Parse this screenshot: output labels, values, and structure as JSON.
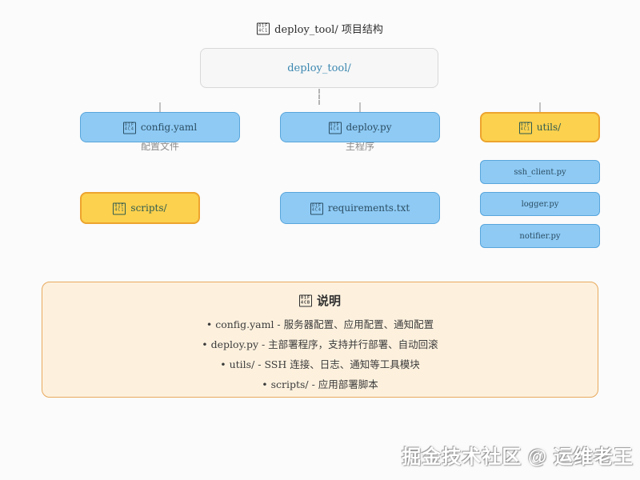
{
  "title": {
    "icon": [
      "01F",
      "4C1"
    ],
    "icon_name": "folder-emoji-tofu",
    "text": "deploy_tool/ 项目结构"
  },
  "colors": {
    "background": "#fbfbfb",
    "blue_node_fill": "#8ecaf4",
    "blue_node_border": "#58a5db",
    "yellow_node_fill": "#fcd14d",
    "yellow_node_border": "#eca42e",
    "root_fill": "#f7f7f7",
    "root_border": "#d8d8d8",
    "root_text": "#3b87b0",
    "notes_fill": "#fdf1de",
    "notes_border": "#e8a95c",
    "caption_text": "#8c8c8c"
  },
  "tree": {
    "root_label": "deploy_tool/",
    "nodes": [
      {
        "icon": [
          "01F",
          "4C4"
        ],
        "label": "config.yaml",
        "caption": "配置文件"
      },
      {
        "icon": [
          "01F",
          "4C4"
        ],
        "label": "deploy.py",
        "caption": "主程序"
      },
      {
        "icon": [
          "01F",
          "4C1"
        ],
        "label": "utils/"
      },
      {
        "label": "ssh_client.py"
      },
      {
        "label": "logger.py"
      },
      {
        "label": "notifier.py"
      },
      {
        "icon": [
          "01F",
          "4C1"
        ],
        "label": "scripts/"
      },
      {
        "icon": [
          "01F",
          "4C4"
        ],
        "label": "requirements.txt"
      }
    ]
  },
  "notes": {
    "icon": [
      "01F",
      "4CB"
    ],
    "title": "说明",
    "items": [
      "• config.yaml - 服务器配置、应用配置、通知配置",
      "• deploy.py - 主部署程序，支持并行部署、自动回滚",
      "• utils/ - SSH 连接、日志、通知等工具模块",
      "• scripts/ - 应用部署脚本"
    ]
  },
  "watermark": "掘金技术社区 @ 运维老王"
}
